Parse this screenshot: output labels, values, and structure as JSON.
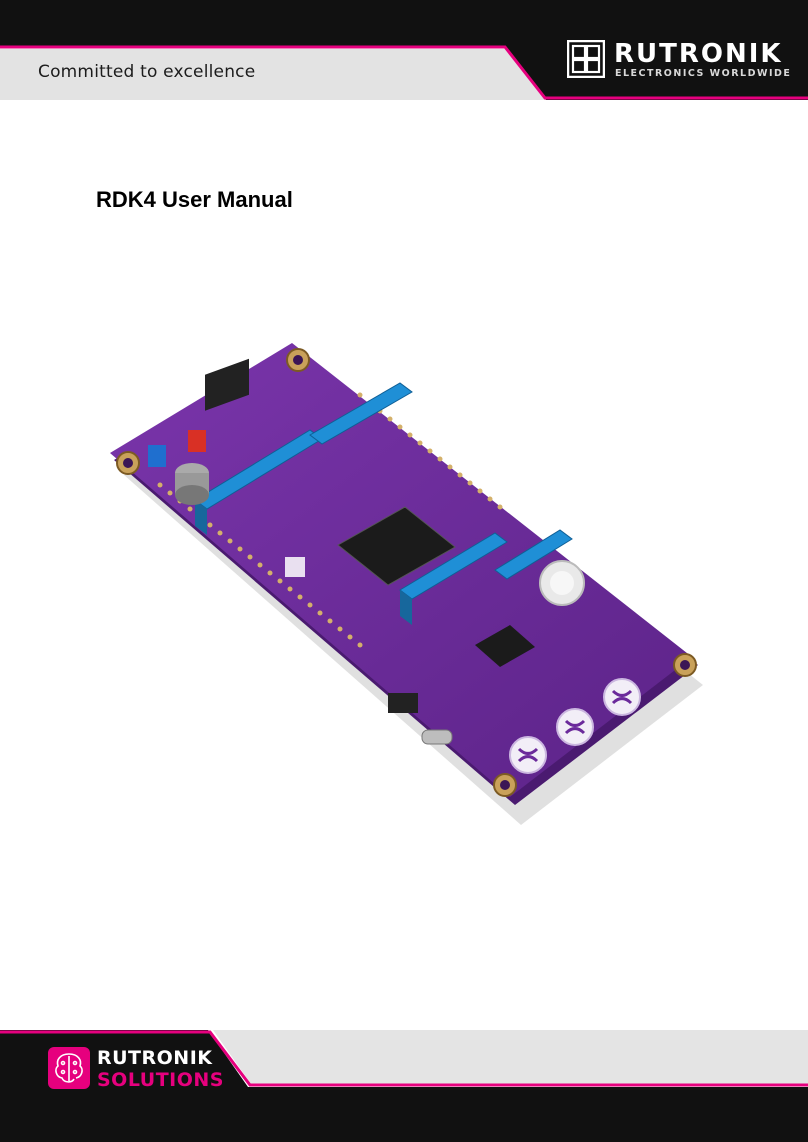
{
  "header": {
    "tagline": "Committed to excellence",
    "brand_name": "RUTRONIK",
    "brand_sub": "ELECTRONICS WORLDWIDE"
  },
  "document": {
    "title": "RDK4 User Manual"
  },
  "image": {
    "subject": "RDK4 development board photo"
  },
  "footer": {
    "brand_name": "RUTRONIK",
    "brand_sub": "SOLUTIONS"
  },
  "colors": {
    "header_black": "#111111",
    "accent_magenta": "#e6007e",
    "band_gray": "#e4e4e4",
    "pcb_purple": "#6b2a9b",
    "header_blue": "#1f8fd6"
  }
}
